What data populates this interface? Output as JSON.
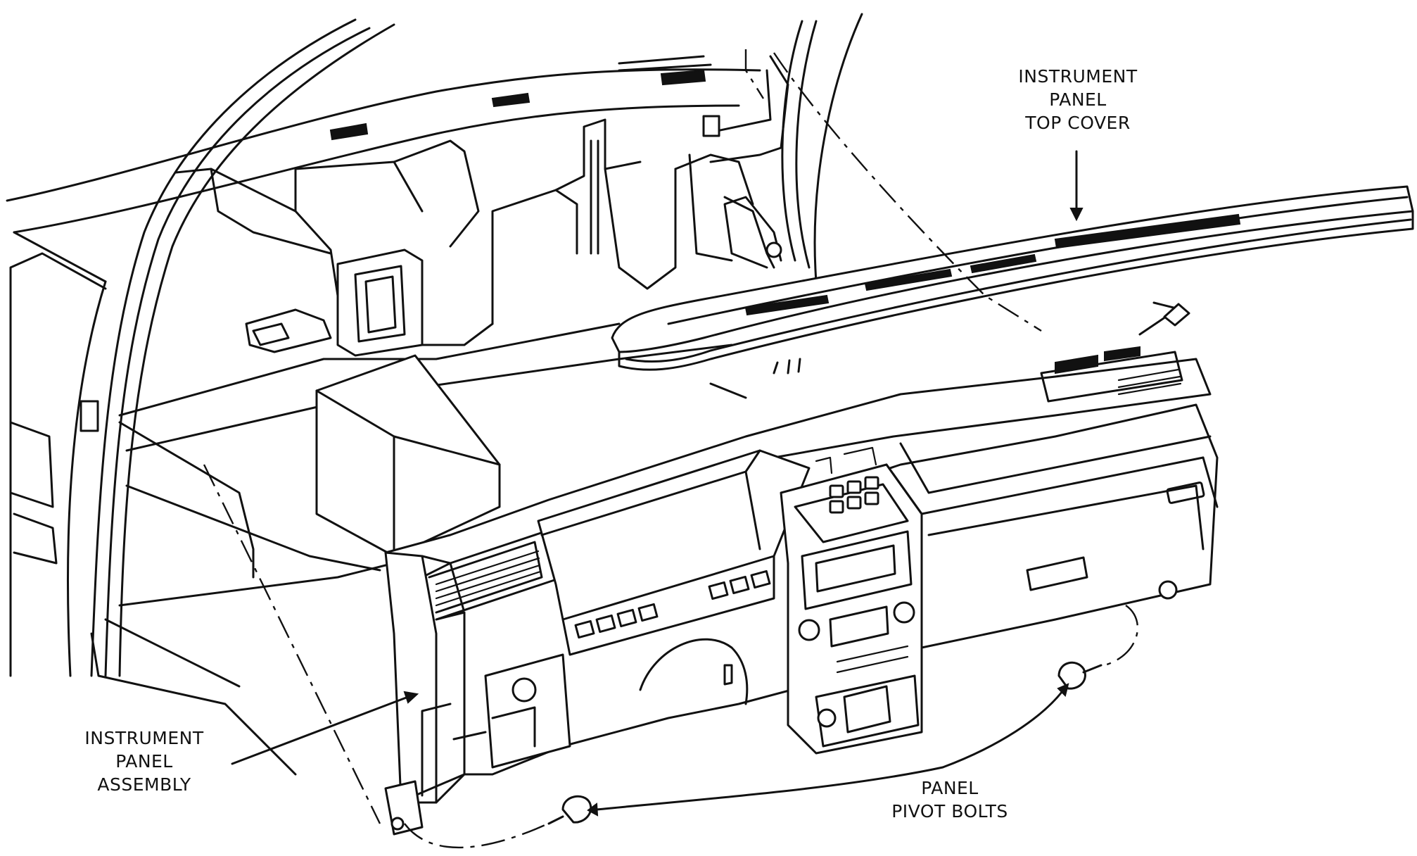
{
  "callouts": {
    "top_cover": [
      "INSTRUMENT",
      "PANEL",
      "TOP COVER"
    ],
    "panel_assembly": [
      "INSTRUMENT",
      "PANEL",
      "ASSEMBLY"
    ],
    "pivot_bolts": [
      "PANEL",
      "PIVOT BOLTS"
    ]
  },
  "ink_color": "#111111",
  "background_color": "#ffffff"
}
